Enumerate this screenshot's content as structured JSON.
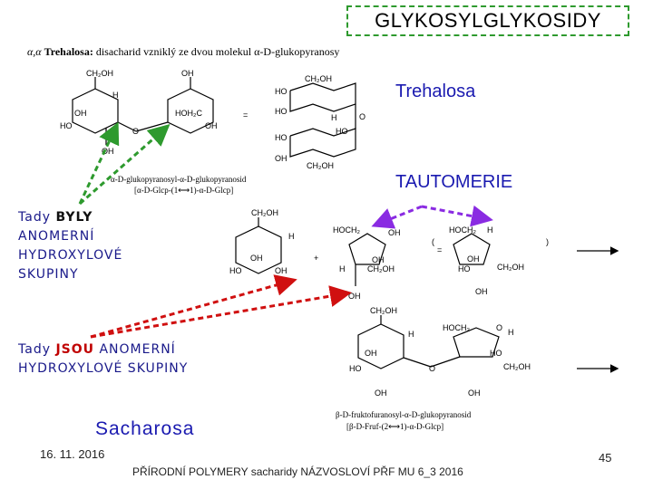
{
  "title": "GLYKOSYLGLYKOSIDY",
  "subtitle": {
    "prefix": "α,α",
    "name": "Trehalosa:",
    "text": "disacharid vzniklý ze dvou molekul α-D-glukopyranosy"
  },
  "labels": {
    "trehalosa": "Trehalosa",
    "tautomerie": "TAUTOMERIE",
    "sacharosa": "Sacharosa"
  },
  "annotation_byly": {
    "prefix": "Tady",
    "emph": "BYLY",
    "rest_line1": "ANOMERNÍ",
    "rest_line2": "HYDROXYLOVÉ",
    "rest_line3": "SKUPINY"
  },
  "annotation_jsou": {
    "prefix": "Tady",
    "emph": "JSOU",
    "rest_line1": "ANOMERNÍ",
    "rest_line2": "HYDROXYLOVÉ SKUPINY"
  },
  "captions": {
    "trehalose_name": "α-D-glukopyranosyl-α-D-glukopyranosid",
    "trehalose_formula": "[α-D-Glcp-(1⟷1)-α-D-Glcp]",
    "sucrose_name": "β-D-fruktofuranosyl-α-D-glukopyranosid",
    "sucrose_formula": "[β-D-Fruf-(2⟷1)-α-D-Glcp]"
  },
  "structure_text": {
    "oh": "OH",
    "ho": "HO",
    "h": "H",
    "ch2oh": "CH₂OH",
    "hoch2": "HOCH₂",
    "hoh2c": "HOH₂C",
    "o": "O",
    "plus": "+",
    "equals": "="
  },
  "footer": {
    "date": "16. 11. 2016",
    "course": "PŘÍRODNÍ POLYMERY sacharidy NÁZVOSLOVÍ PŘF MU 6_3 2016",
    "page": "45"
  },
  "colors": {
    "title_border": "#2e9a2e",
    "label_blue": "#1a1ab0",
    "arrow_green": "#2e9a2e",
    "arrow_purple": "#8a2be2",
    "arrow_red": "#d01010"
  }
}
